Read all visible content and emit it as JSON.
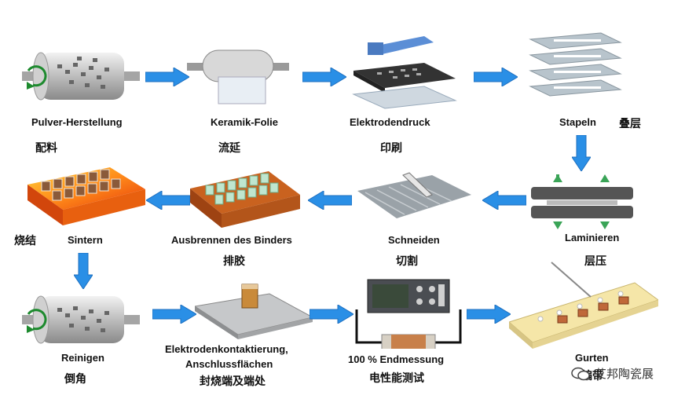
{
  "steps": [
    {
      "de": "Pulver-Herstellung",
      "zh": "配料"
    },
    {
      "de": "Keramik-Folie",
      "zh": "流延"
    },
    {
      "de": "Elektrodendruck",
      "zh": "印刷"
    },
    {
      "de": "Stapeln",
      "zh": "叠层"
    },
    {
      "de": "Laminieren",
      "zh": "层压"
    },
    {
      "de": "Schneiden",
      "zh": "切割"
    },
    {
      "de": "Ausbrennen des Binders",
      "zh": "排胶"
    },
    {
      "de": "Sintern",
      "zh": "烧结"
    },
    {
      "de": "Reinigen",
      "zh": "倒角"
    },
    {
      "de": "Elektrodenkontaktierung,",
      "de2": "Anschlussflächen",
      "zh": "封烧端及端处"
    },
    {
      "de": "100 % Endmessung",
      "zh": "电性能测试"
    },
    {
      "de": "Gurten",
      "zh": "编带"
    }
  ],
  "watermark": "艾邦陶瓷展",
  "colors": {
    "arrow": "#2a8fe6",
    "arrow_dark": "#1e6fbf"
  }
}
